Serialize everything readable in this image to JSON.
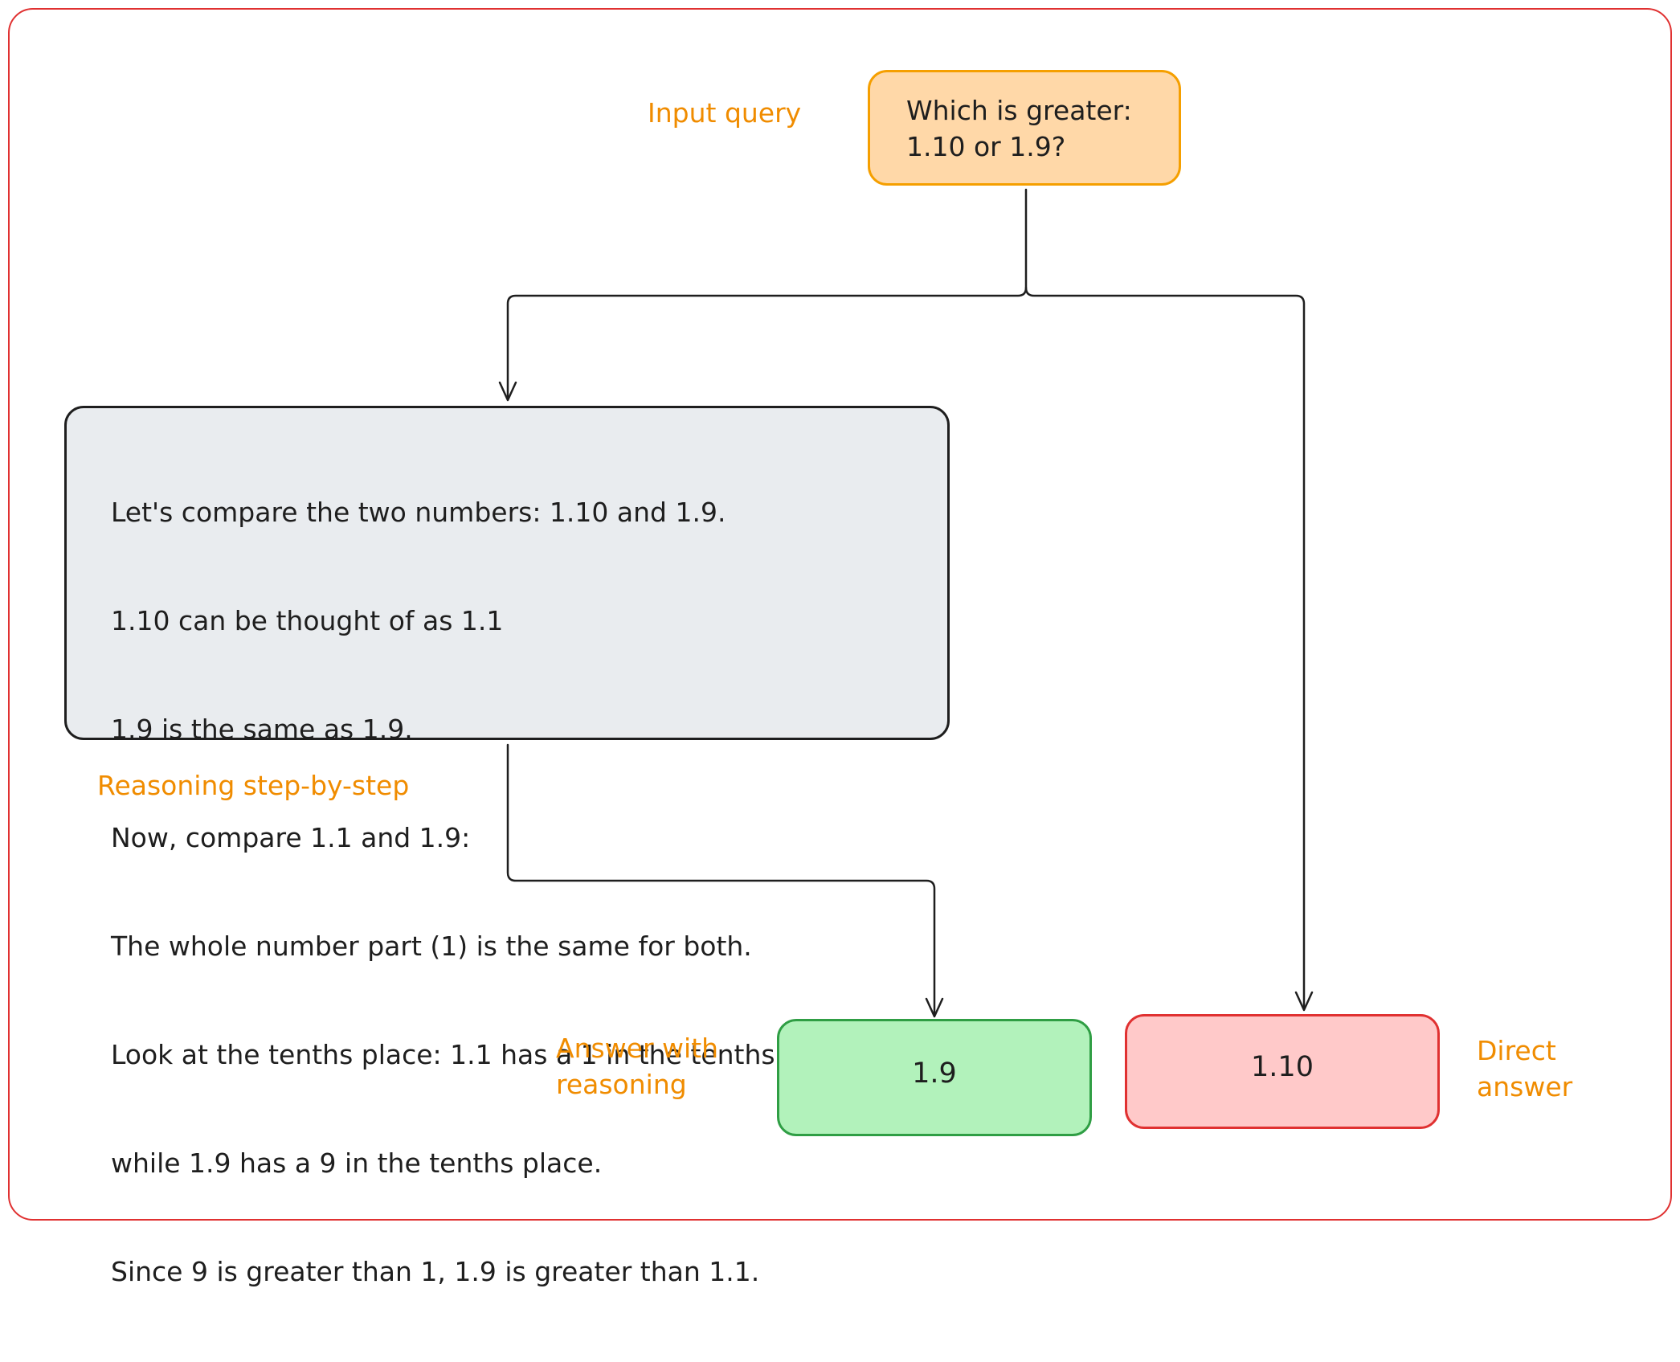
{
  "diagram": {
    "input": {
      "label": "Input query",
      "text": "Which is greater:\n1.10 or 1.9?"
    },
    "reasoning": {
      "label": "Reasoning step-by-step",
      "lines": [
        "Let's compare the two numbers: 1.10 and 1.9.",
        "1.10 can be thought of as 1.1",
        "1.9 is the same as 1.9.",
        "Now, compare 1.1 and 1.9:",
        "The whole number part (1) is the same for both.",
        "Look at the tenths place: 1.1 has a 1 in the tenths place,",
        "while 1.9 has a 9 in the tenths place.",
        "Since 9 is greater than 1, 1.9 is greater than 1.1."
      ]
    },
    "answer_with_reasoning": {
      "label": "Answer with\nreasoning",
      "value": "1.9"
    },
    "direct_answer": {
      "label": "Direct\nanswer",
      "value": "1.10"
    }
  },
  "colors": {
    "frame": "#e03131",
    "annotation": "#f08c00",
    "input_fill": "#ffd8a8",
    "input_stroke": "#f59f00",
    "reasoning_fill": "#e9ecef",
    "correct_fill": "#b2f2bb",
    "correct_stroke": "#2f9e44",
    "wrong_fill": "#ffc9c9",
    "wrong_stroke": "#e03131",
    "arrow": "#1e1e1e"
  }
}
